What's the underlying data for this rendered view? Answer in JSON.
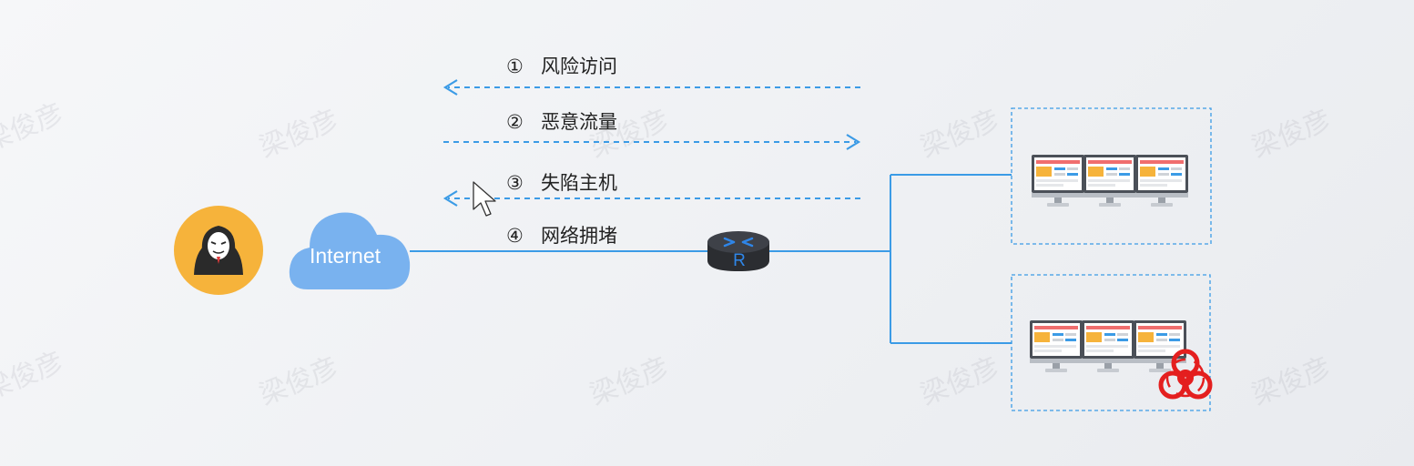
{
  "watermark": "梁俊彦",
  "legend": [
    {
      "num": "①",
      "label": "风险访问",
      "direction": "left"
    },
    {
      "num": "②",
      "label": "恶意流量",
      "direction": "right"
    },
    {
      "num": "③",
      "label": "失陷主机",
      "direction": "left"
    },
    {
      "num": "④",
      "label": "网络拥堵",
      "direction": "none"
    }
  ],
  "nodes": {
    "attacker": {
      "icon": "hacker-mask-icon"
    },
    "internet": {
      "label": "Internet",
      "icon": "cloud-icon"
    },
    "router": {
      "label": "R",
      "icon": "router-icon"
    },
    "server_group_1": {
      "icon": "monitor-cluster-icon",
      "status": "normal"
    },
    "server_group_2": {
      "icon": "monitor-cluster-icon",
      "status": "infected",
      "badge": "biohazard-icon"
    }
  },
  "colors": {
    "link": "#3b9be6",
    "attacker_circle": "#f6b33b",
    "cloud": "#79b2ef",
    "biohazard": "#e41f1f",
    "router_label": "#2f86e8"
  }
}
